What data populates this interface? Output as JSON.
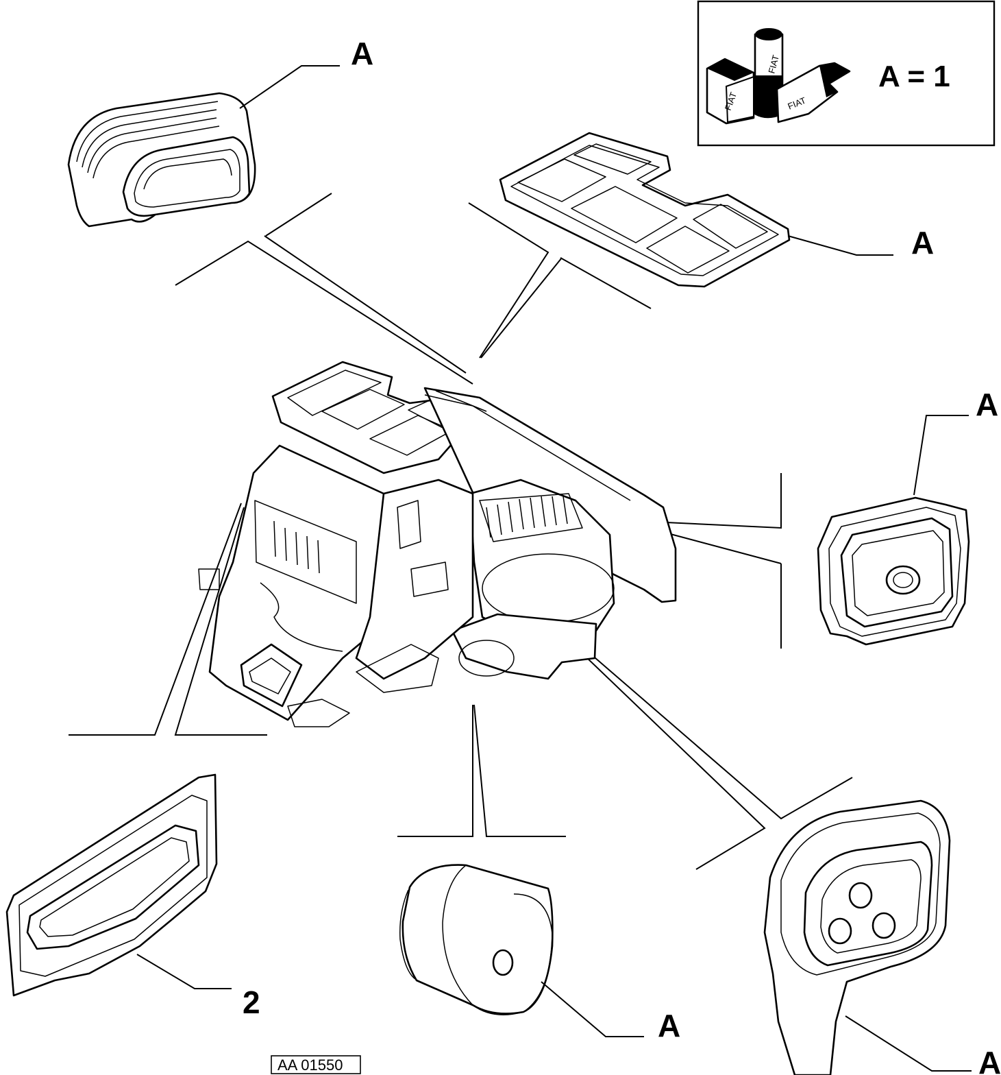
{
  "legend": {
    "text": "A = 1",
    "logo_text": "FIAT"
  },
  "callouts": {
    "top_left": "A",
    "top_right_filter": "A",
    "right_cover": "A",
    "bottom_left": "2",
    "bottom_center": "A",
    "bottom_right": "A"
  },
  "reference_code": "AA 01550",
  "colors": {
    "line": "#000000",
    "background": "#ffffff"
  }
}
